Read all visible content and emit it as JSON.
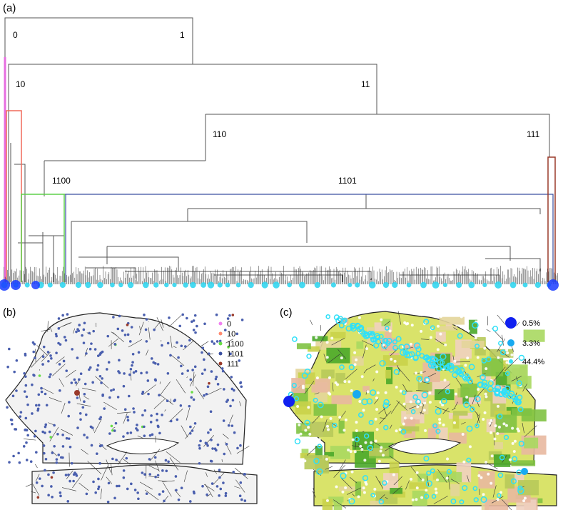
{
  "panel_labels": {
    "a": "(a)",
    "b": "(b)",
    "c": "(c)"
  },
  "dendrogram": {
    "node_labels": [
      "0",
      "1",
      "10",
      "11",
      "110",
      "111",
      "1100",
      "1101"
    ],
    "colors": {
      "0": "#e66ee0",
      "10": "#f06a5a",
      "1100": "#5fd14a",
      "1101": "#3a4fa0",
      "111": "#9a3a2a",
      "tree": "#555555",
      "leaf_circle": "#33d6f0",
      "leaf_circle_dark": "#1a3cff"
    }
  },
  "legend_b": {
    "entries": [
      {
        "label": "0",
        "color": "#f080f0"
      },
      {
        "label": "10",
        "color": "#ff8a70"
      },
      {
        "label": "1100",
        "color": "#66dd44"
      },
      {
        "label": "1101",
        "color": "#3a4fa0"
      },
      {
        "label": "111",
        "color": "#9a3a2a"
      }
    ]
  },
  "legend_c": {
    "entries": [
      {
        "label": "0.5%",
        "color": "#1020f0"
      },
      {
        "label": "3.3%",
        "color": "#18aaf0"
      },
      {
        "label": "44.4%",
        "color": "#30e0f8"
      }
    ]
  }
}
